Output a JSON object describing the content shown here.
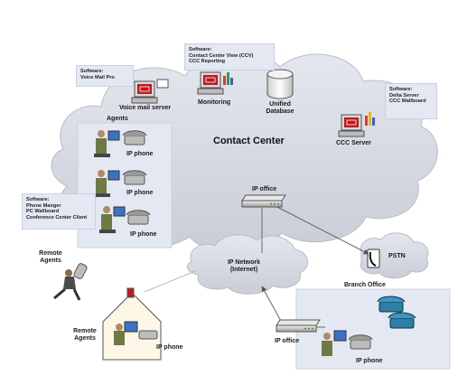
{
  "contact_center": {
    "title": "Contact Center"
  },
  "software_notes": {
    "voice_mail": [
      "Software:",
      "Voice Mail Pro"
    ],
    "monitoring": [
      "Software:",
      "Contact Center View (CCV)",
      "CCC Reporting"
    ],
    "ccc_server": [
      "Software:",
      "Delta Server",
      "CCC Wallboard"
    ],
    "agents": [
      "Software:",
      "Phone Manger",
      "PC Wallboard",
      "Conference Center Client"
    ]
  },
  "nodes": {
    "voice_mail_server": "Voice mail server",
    "monitoring": "Monitoring",
    "unified_database": [
      "Unified",
      "Database"
    ],
    "ccc_server": "CCC Server",
    "agents": "Agents",
    "ip_phone_1": "IP phone",
    "ip_phone_2": "IP phone",
    "ip_phone_3": "IP phone",
    "ip_office_top": "IP office",
    "ip_network": [
      "IP Network",
      "(Internet)"
    ],
    "pstn": "PSTN",
    "remote_agents_mobile": [
      "Remote",
      "Agents"
    ],
    "remote_agents_home": [
      "Remote",
      "Agents"
    ],
    "ip_phone_home": "IP phone",
    "branch_office": "Branch Office",
    "ip_office_branch": "IP office",
    "ip_phone_branch": "IP phone"
  }
}
